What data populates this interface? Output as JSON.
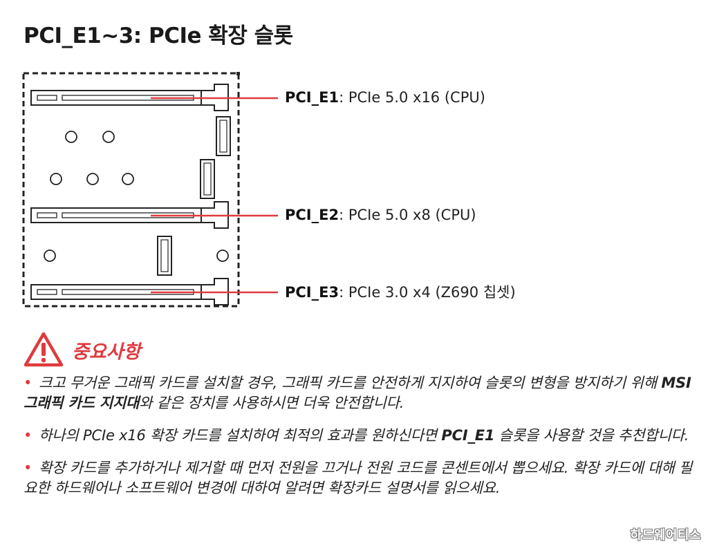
{
  "title": "PCI_E1~3: PCIe 확장 슬롯",
  "colors": {
    "accent": "#e03a3e",
    "text": "#222222",
    "line": "#222222"
  },
  "slots": [
    {
      "name": "PCI_E1",
      "spec": ": PCIe 5.0 x16 (CPU)"
    },
    {
      "name": "PCI_E2",
      "spec": ": PCIe 5.0 x8 (CPU)"
    },
    {
      "name": "PCI_E3",
      "spec": ": PCIe 3.0 x4 (Z690 칩셋)"
    }
  ],
  "important": {
    "icon": "warning-icon",
    "label": "중요사항"
  },
  "notes": [
    {
      "bullet": "•",
      "before": "크고 무거운 그래픽 카드를 설치할 경우, 그래픽 카드를 안전하게 지지하여 슬롯의 변형을 방지하기 위해 ",
      "bold": "MSI 그래픽 카드 지지대",
      "after": "와 같은 장치를 사용하시면 더욱 안전합니다."
    },
    {
      "bullet": "•",
      "before": "하나의 PCIe x16 확장 카드를 설치하여 최적의 효과를 원하신다면 ",
      "bold": "PCI_E1",
      "after": " 슬롯을 사용할 것을 추천합니다."
    },
    {
      "bullet": "•",
      "before": "확장 카드를 추가하거나 제거할 때 먼저 전원을 끄거나 전원 코드를 콘센트에서 뽑으세요. 확장 카드에 대해 필요한 하드웨어나 소프트웨어 변경에 대하여 알려면 확장카드 설명서를 읽으세요.",
      "bold": "",
      "after": ""
    }
  ],
  "watermark": "하드웨어티스"
}
